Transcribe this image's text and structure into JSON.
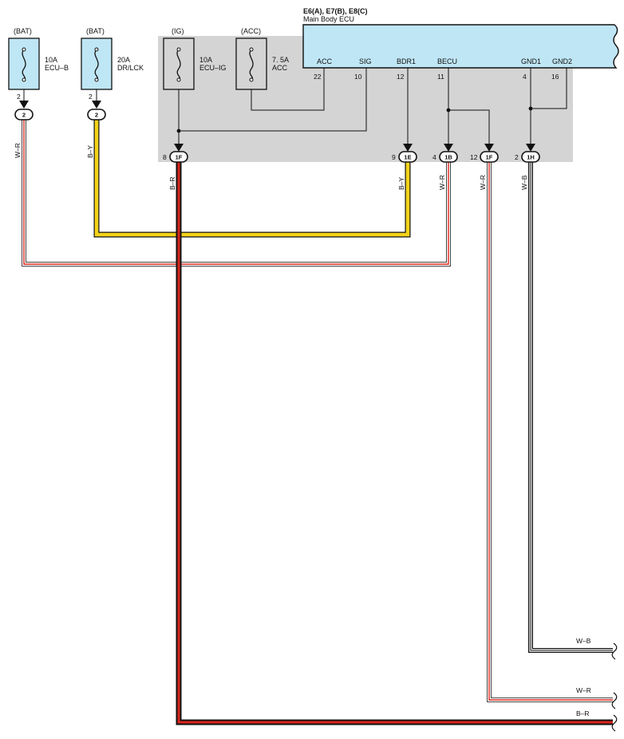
{
  "colors": {
    "panel_gray": "#d4d4d4",
    "ecu_fill": "#bfe6f5",
    "fuse_fill": "#bfe6f5",
    "wire_red": "#d9261c",
    "wire_yellow": "#f3d21a",
    "outline": "#111111"
  },
  "fuses": [
    {
      "id": "ecu-b",
      "source": "(BAT)",
      "rating": "10A",
      "name": "ECU–B",
      "pin": "2",
      "connector": "2"
    },
    {
      "id": "dr-lck",
      "source": "(BAT)",
      "rating": "20A",
      "name": "DR/LCK",
      "pin": "2",
      "connector": "2"
    },
    {
      "id": "ecu-ig",
      "source": "(IG)",
      "rating": "10A",
      "name": "ECU–IG"
    },
    {
      "id": "acc",
      "source": "(ACC)",
      "rating": "7. 5A",
      "name": "ACC"
    }
  ],
  "ecu": {
    "code": "E6(A), E7(B), E8(C)",
    "name": "Main Body ECU",
    "terminals": [
      {
        "name": "ACC",
        "pin": "22"
      },
      {
        "name": "SIG",
        "pin": "10"
      },
      {
        "name": "BDR1",
        "pin": "12"
      },
      {
        "name": "BECU",
        "pin": "11"
      },
      {
        "name": "GND1",
        "pin": "4"
      },
      {
        "name": "GND2",
        "pin": "16"
      }
    ]
  },
  "junctions": [
    {
      "pin": "8",
      "code": "1F"
    },
    {
      "pin": "9",
      "code": "1E"
    },
    {
      "pin": "4",
      "code": "1B"
    },
    {
      "pin": "12",
      "code": "1F"
    },
    {
      "pin": "2",
      "code": "1H"
    }
  ],
  "wire_labels": {
    "ecu_b": "W–R",
    "dr_lck": "B–Y",
    "ig": "B–R",
    "bdr1": "B–Y",
    "becu": "W–R",
    "becu2": "W–R",
    "gnd": "W–B"
  },
  "exit_labels": [
    {
      "id": "wb",
      "text": "W–B"
    },
    {
      "id": "wr",
      "text": "W–R"
    },
    {
      "id": "br",
      "text": "B–R"
    }
  ]
}
